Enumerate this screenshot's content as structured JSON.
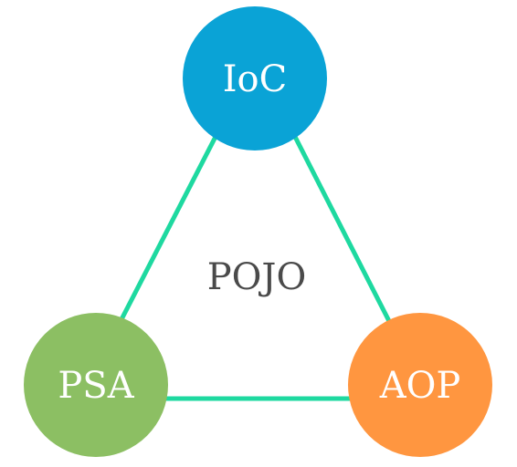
{
  "diagram": {
    "center_label": "POJO",
    "nodes": [
      {
        "id": "ioc",
        "label": "IoC",
        "color": "#0aa3d6"
      },
      {
        "id": "psa",
        "label": "PSA",
        "color": "#8cbf63"
      },
      {
        "id": "aop",
        "label": "AOP",
        "color": "#ff9640"
      }
    ],
    "edge_color": "#1ed9a0",
    "edges": [
      {
        "from": "ioc",
        "to": "psa"
      },
      {
        "from": "ioc",
        "to": "aop"
      },
      {
        "from": "psa",
        "to": "aop"
      }
    ]
  }
}
